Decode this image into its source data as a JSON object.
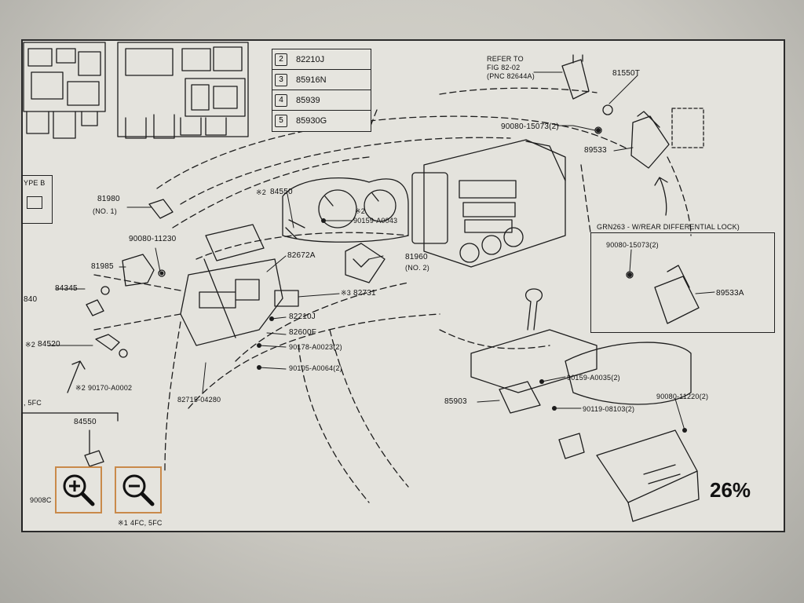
{
  "diagram": {
    "parts_table": [
      {
        "num": "2",
        "code": "82210J"
      },
      {
        "num": "3",
        "code": "85916N"
      },
      {
        "num": "4",
        "code": "85939"
      },
      {
        "num": "5",
        "code": "85930G"
      }
    ],
    "refer_to": {
      "line1": "REFER TO",
      "line2": "FIG 82-02",
      "line3": "(PNC 82644A)"
    },
    "type_box_label": "YPE B",
    "inset_title": "GRN263 - W/REAR DIFFERENTIAL LOCK)",
    "labels": {
      "p81550T": "81550T",
      "p90080_15073_a": "90080-15073(2)",
      "p89533": "89533",
      "p81980_1": "81980",
      "p81980_1_sub": "(NO. 1)",
      "p84550_top_prefix": "※2",
      "p84550_top": "84550",
      "p90159_a0043": "90159-A0043",
      "p90159_a0043_prefix": "※2",
      "p90080_11230": "90080-11230",
      "p82672a": "82672A",
      "p81960_2": "81960",
      "p81960_2_sub": "(NO. 2)",
      "p81985": "81985",
      "p84345": "84345",
      "p840": "840",
      "p82731_prefix": "※3",
      "p82731": "82731",
      "p82210j": "82210J",
      "p82600f": "82600F",
      "p90178": "90178-A0023(2)",
      "p84520_prefix": "※2",
      "p84520": "84520",
      "p90105": "90105-A0064(2)",
      "p90170_prefix": "※2",
      "p90170": "90170-A0002",
      "p82715": "82715-04280",
      "p5fc": ", 5FC",
      "p84550_bottom": "84550",
      "p9008c": "9008C",
      "p4fc_prefix": "※1",
      "p4fc": "4FC, 5FC",
      "p90080_15073_b": "90080-15073(2)",
      "p89533a": "89533A",
      "p90159_a0035": "90159-A0035(2)",
      "p90080_11220": "90080-11220(2)",
      "p85903": "85903",
      "p90119": "90119-08103(2)"
    }
  },
  "viewer": {
    "zoom_in_label": "zoom in",
    "zoom_out_label": "zoom out",
    "zoom_level": "26%"
  },
  "colors": {
    "paper": "#e4e3dd",
    "ink": "#1a1a1a",
    "zoom_border": "#c98a4a"
  }
}
